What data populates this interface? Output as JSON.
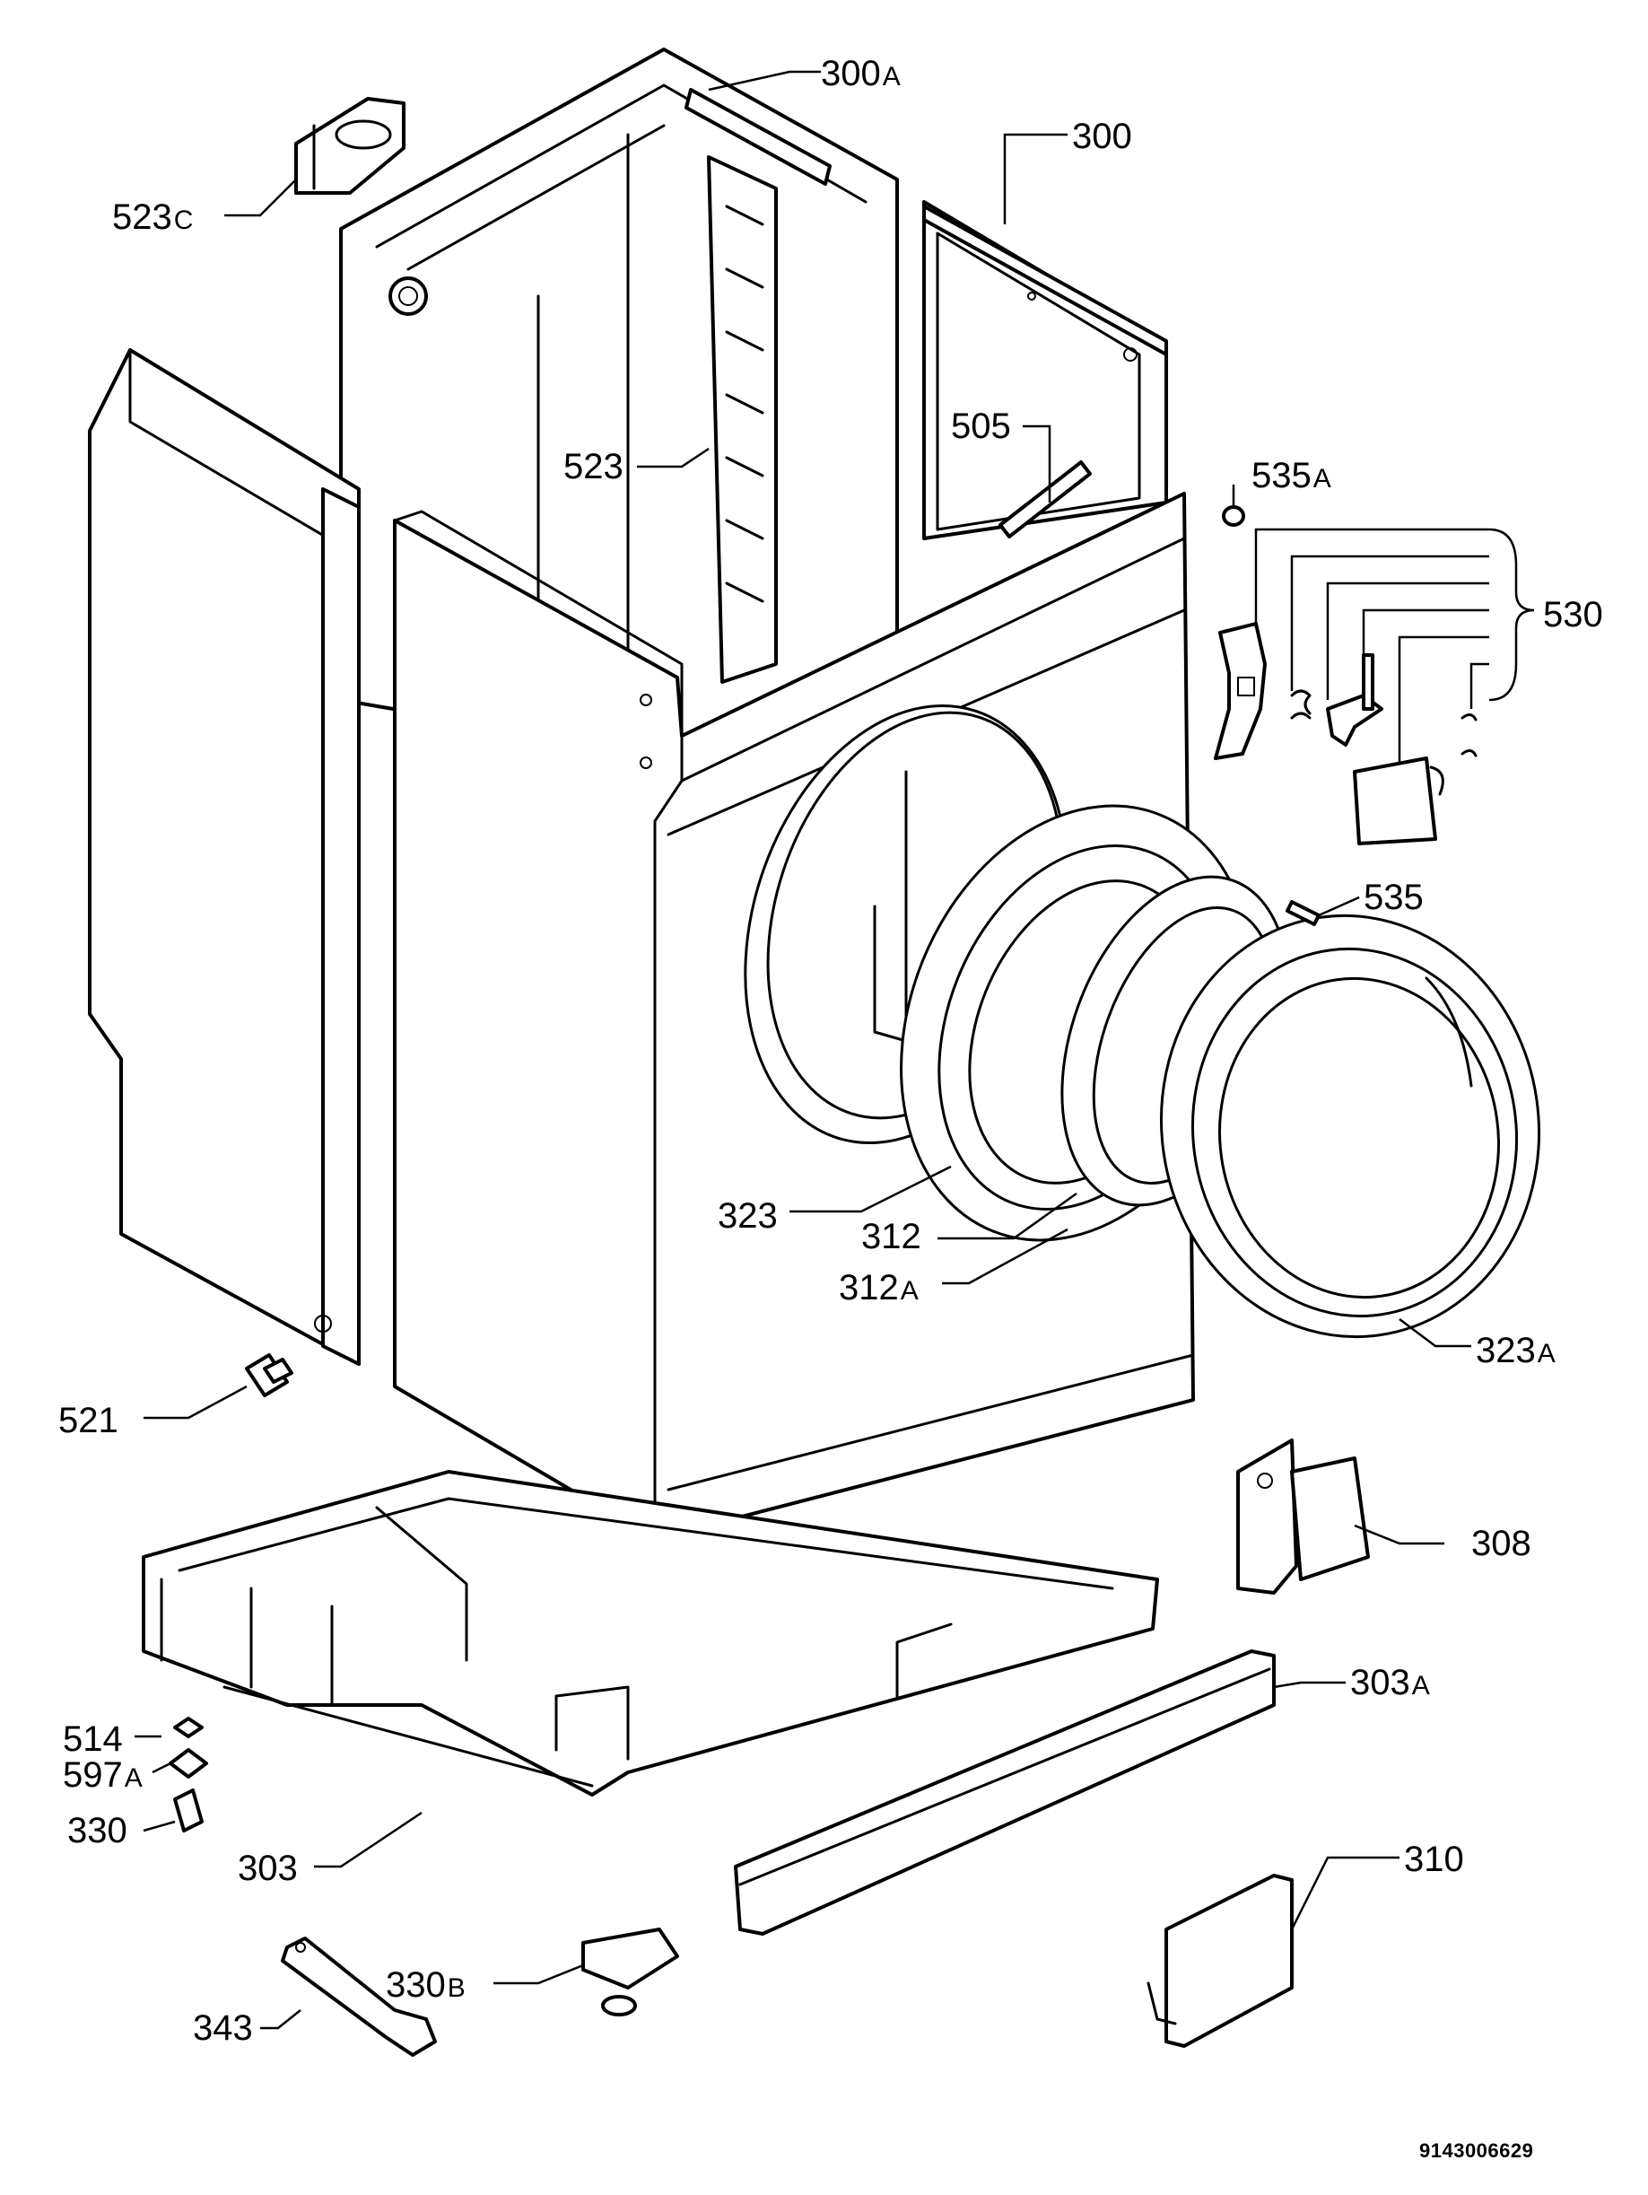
{
  "diagram": {
    "labels": {
      "l_300a": {
        "num": "300",
        "sfx": "A"
      },
      "l_300": {
        "num": "300",
        "sfx": ""
      },
      "l_523c": {
        "num": "523",
        "sfx": "C"
      },
      "l_523": {
        "num": "523",
        "sfx": ""
      },
      "l_505": {
        "num": "505",
        "sfx": ""
      },
      "l_535a": {
        "num": "535",
        "sfx": "A"
      },
      "l_530": {
        "num": "530",
        "sfx": ""
      },
      "l_535": {
        "num": "535",
        "sfx": ""
      },
      "l_323": {
        "num": "323",
        "sfx": ""
      },
      "l_312": {
        "num": "312",
        "sfx": ""
      },
      "l_312a": {
        "num": "312",
        "sfx": "A"
      },
      "l_323a": {
        "num": "323",
        "sfx": "A"
      },
      "l_521": {
        "num": "521",
        "sfx": ""
      },
      "l_308": {
        "num": "308",
        "sfx": ""
      },
      "l_303a": {
        "num": "303",
        "sfx": "A"
      },
      "l_514": {
        "num": "514",
        "sfx": ""
      },
      "l_597a": {
        "num": "597",
        "sfx": "A"
      },
      "l_330": {
        "num": "330",
        "sfx": ""
      },
      "l_310": {
        "num": "310",
        "sfx": ""
      },
      "l_303": {
        "num": "303",
        "sfx": ""
      },
      "l_330b": {
        "num": "330",
        "sfx": "B"
      },
      "l_343": {
        "num": "343",
        "sfx": ""
      }
    },
    "doc_number": "9143006629"
  }
}
